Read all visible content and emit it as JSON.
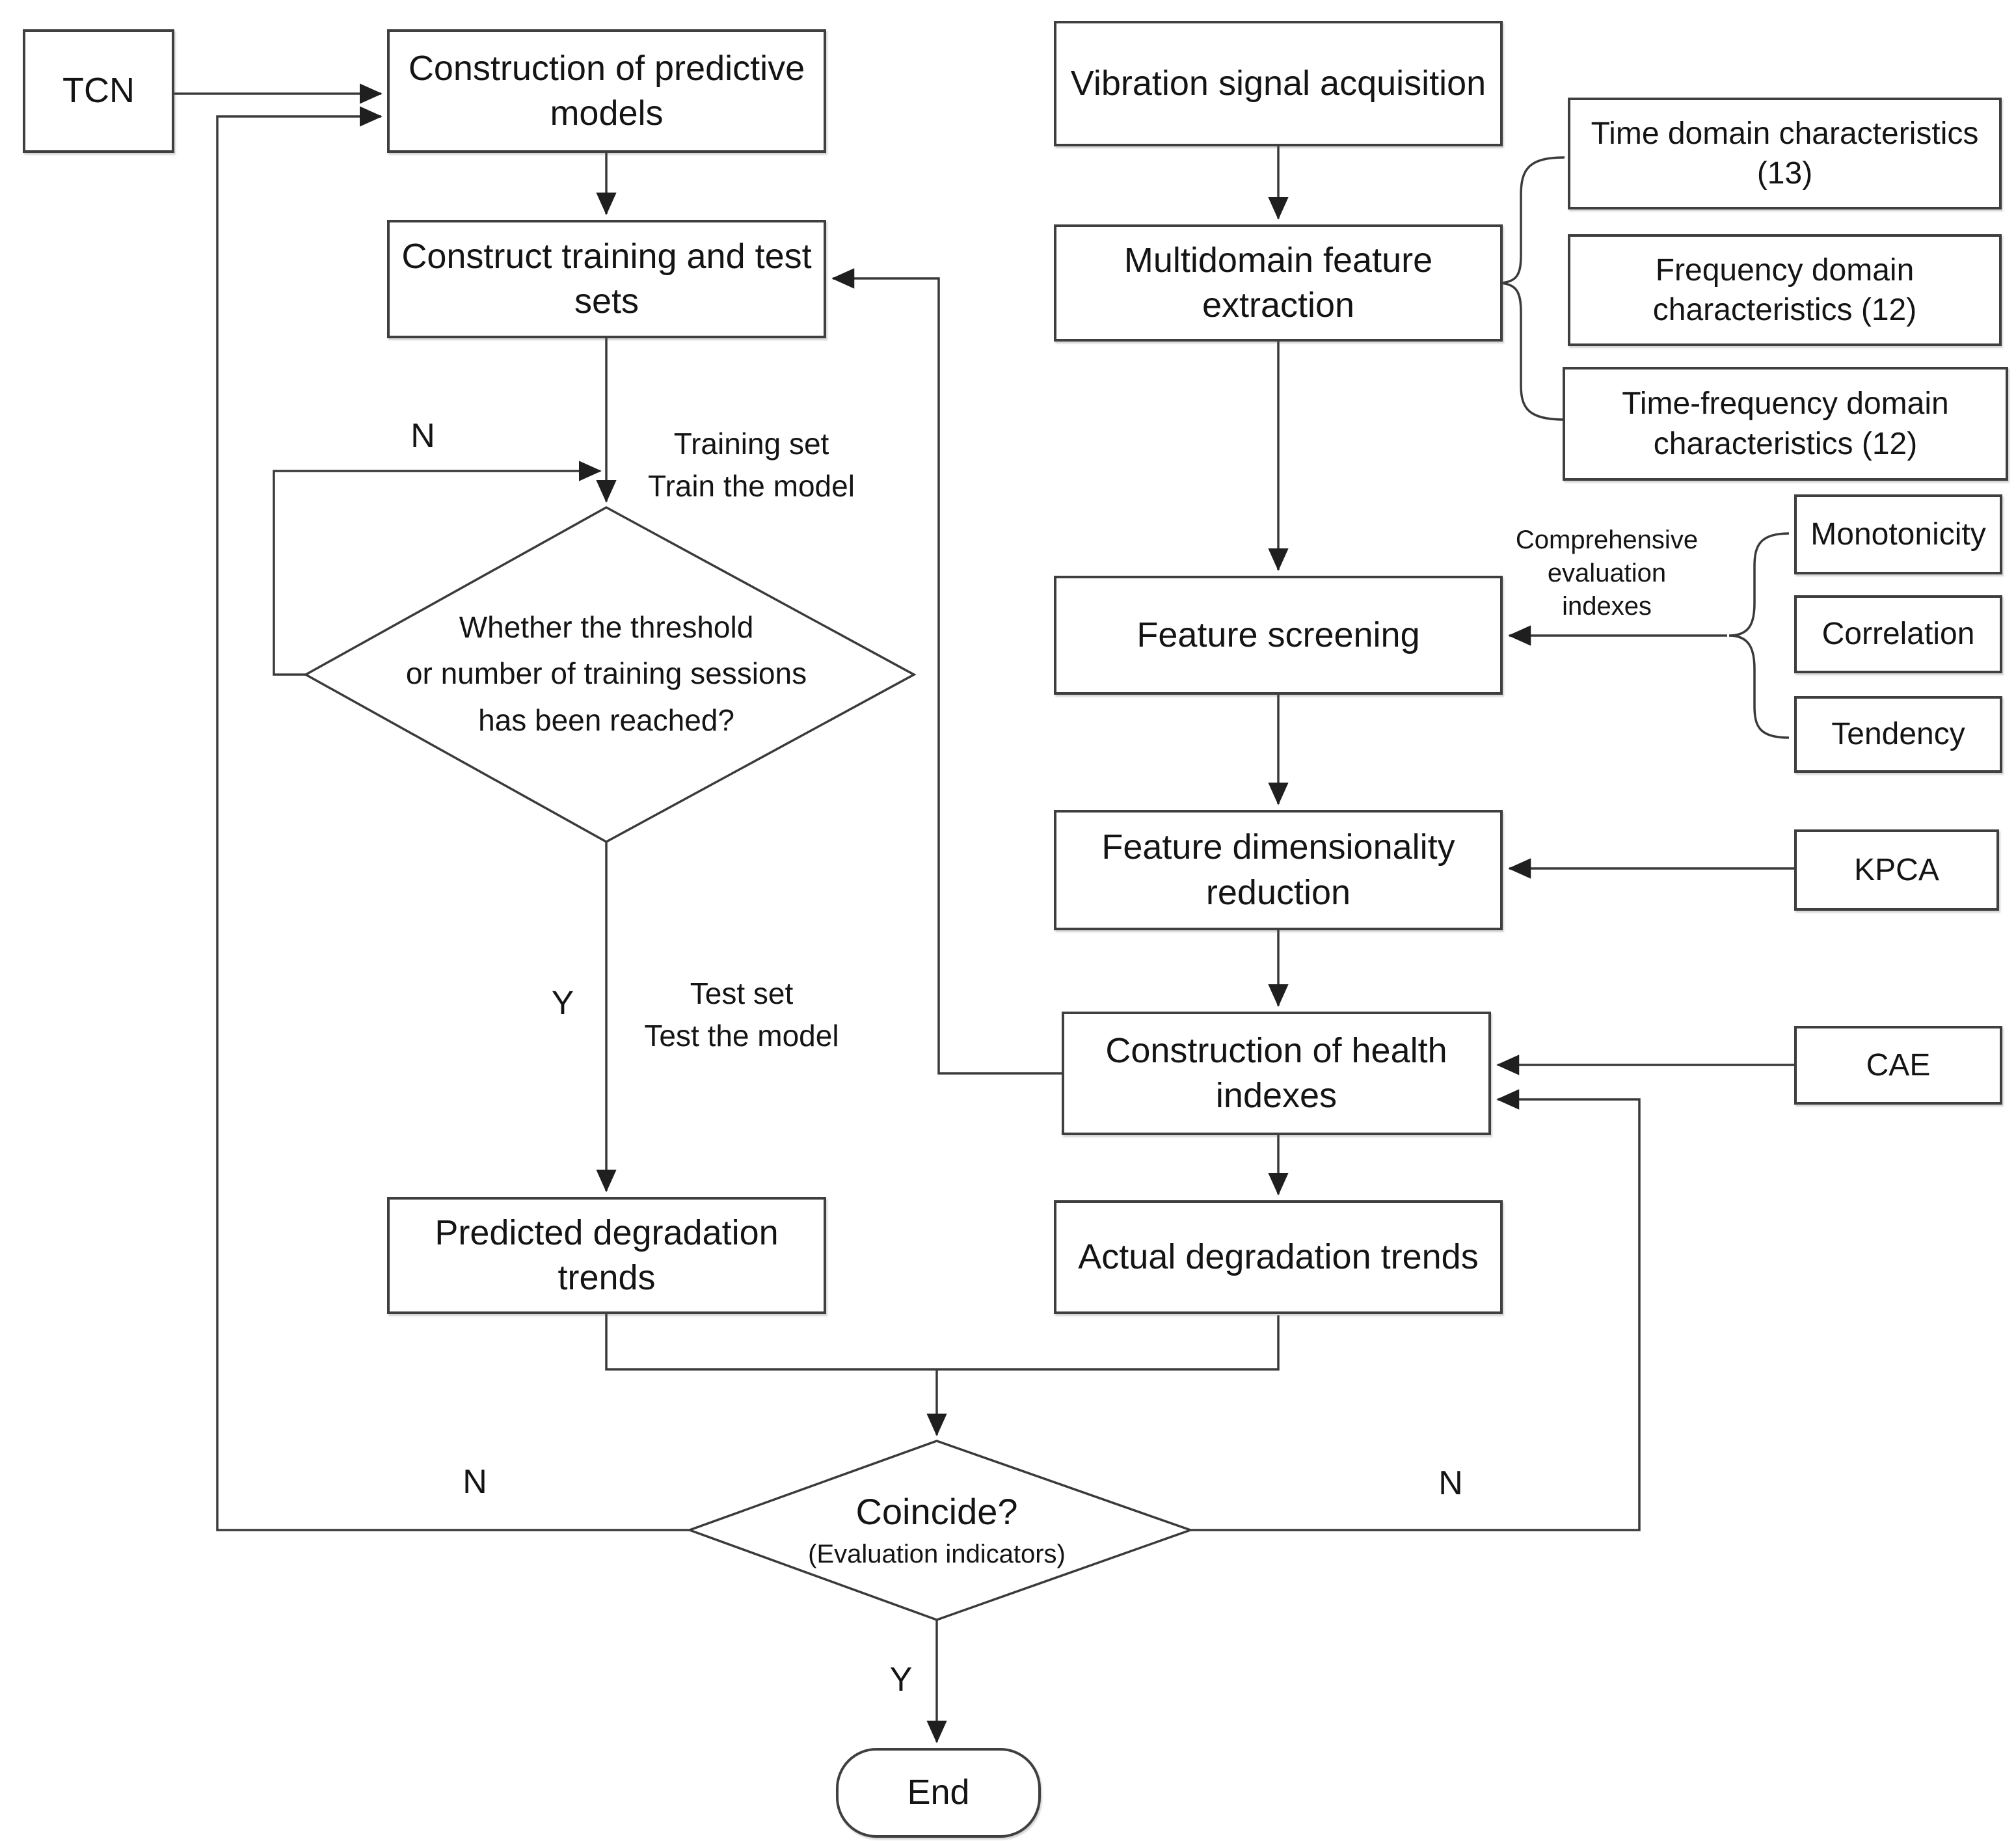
{
  "nodes": {
    "tcn": "TCN",
    "construction_predictive": "Construction of predictive models",
    "construct_training": "Construct training and test sets",
    "vibration": "Vibration signal acquisition",
    "multidomain": "Multidomain feature extraction",
    "time_domain": "Time domain characteristics (13)",
    "freq_domain": "Frequency domain characteristics (12)",
    "tf_domain": "Time-frequency domain characteristics (12)",
    "feature_screening": "Feature screening",
    "monotonicity": "Monotonicity",
    "correlation": "Correlation",
    "tendency": "Tendency",
    "feature_dim": "Feature dimensionality reduction",
    "kpca": "KPCA",
    "health_indexes": "Construction of health indexes",
    "cae": "CAE",
    "predicted": "Predicted degradation trends",
    "actual": "Actual degradation trends",
    "end": "End"
  },
  "diamonds": {
    "threshold": {
      "line1": "Whether the threshold",
      "line2": "or number of training sessions",
      "line3": "has been reached?"
    },
    "coincide": {
      "line1": "Coincide?",
      "line2": "(Evaluation indicators)"
    }
  },
  "labels": {
    "n_loop": "N",
    "training_line1": "Training set",
    "training_line2": "Train the model",
    "y_test": "Y",
    "test_line1": "Test set",
    "test_line2": "Test the model",
    "comp_line1": "Comprehensive",
    "comp_line2": "evaluation",
    "comp_line3": "indexes",
    "n_left": "N",
    "n_right": "N",
    "y_end": "Y"
  },
  "colors": {
    "line": "#3a3a3a",
    "text": "#141414",
    "background": "#ffffff"
  }
}
